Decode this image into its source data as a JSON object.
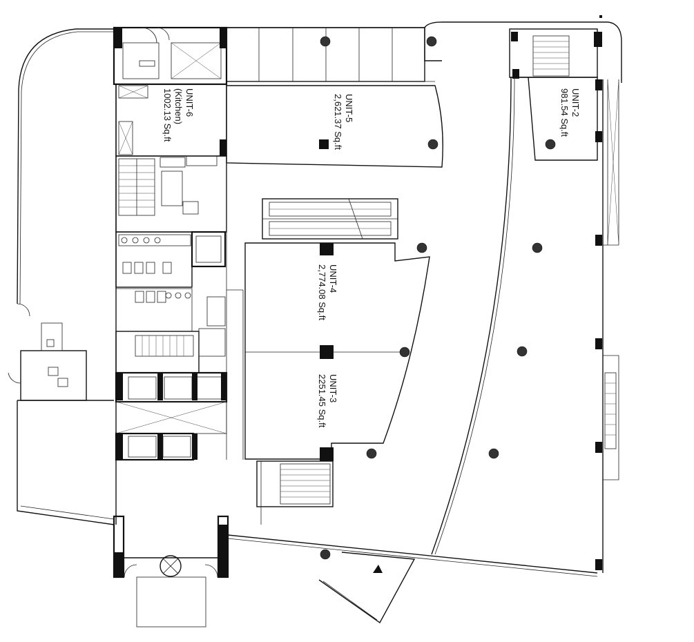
{
  "units": [
    {
      "id": "unit-6",
      "name": "UNIT-6",
      "subtitle": "(Kitchen)",
      "area": "1002.13 Sq.ft"
    },
    {
      "id": "unit-5",
      "name": "UNIT-5",
      "area": "2,621.37 Sq.ft"
    },
    {
      "id": "unit-2",
      "name": "UNIT-2",
      "area": "981.54 Sq.ft"
    },
    {
      "id": "unit-4",
      "name": "UNIT-4",
      "area": "2,774.08 Sq.ft"
    },
    {
      "id": "unit-3",
      "name": "UNIT-3",
      "area": "2251.45 Sq.ft"
    }
  ]
}
